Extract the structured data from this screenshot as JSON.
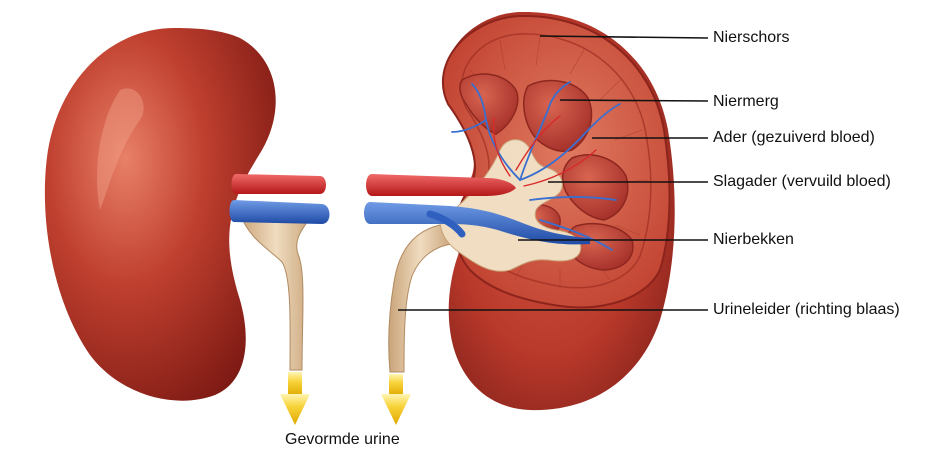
{
  "labels": [
    {
      "text": "Nierschors"
    },
    {
      "text": "Niermerg"
    },
    {
      "text": "Ader (gezuiverd bloed)"
    },
    {
      "text": "Slagader (vervuild bloed)"
    },
    {
      "text": "Nierbekken"
    },
    {
      "text": "Urineleider (richting blaas)"
    }
  ],
  "bottom_label": "Gevormde urine",
  "colors": {
    "kidney_outer": "#a8261d",
    "kidney_highlight": "#e0705a",
    "cortex": "#cf4b3a",
    "medulla": "#b8392b",
    "pelvis_ureter": "#e6c9a2",
    "vein": "#2f66c4",
    "artery": "#d42a2a",
    "arrow": "#f4c20d",
    "leader_line": "#111111"
  }
}
